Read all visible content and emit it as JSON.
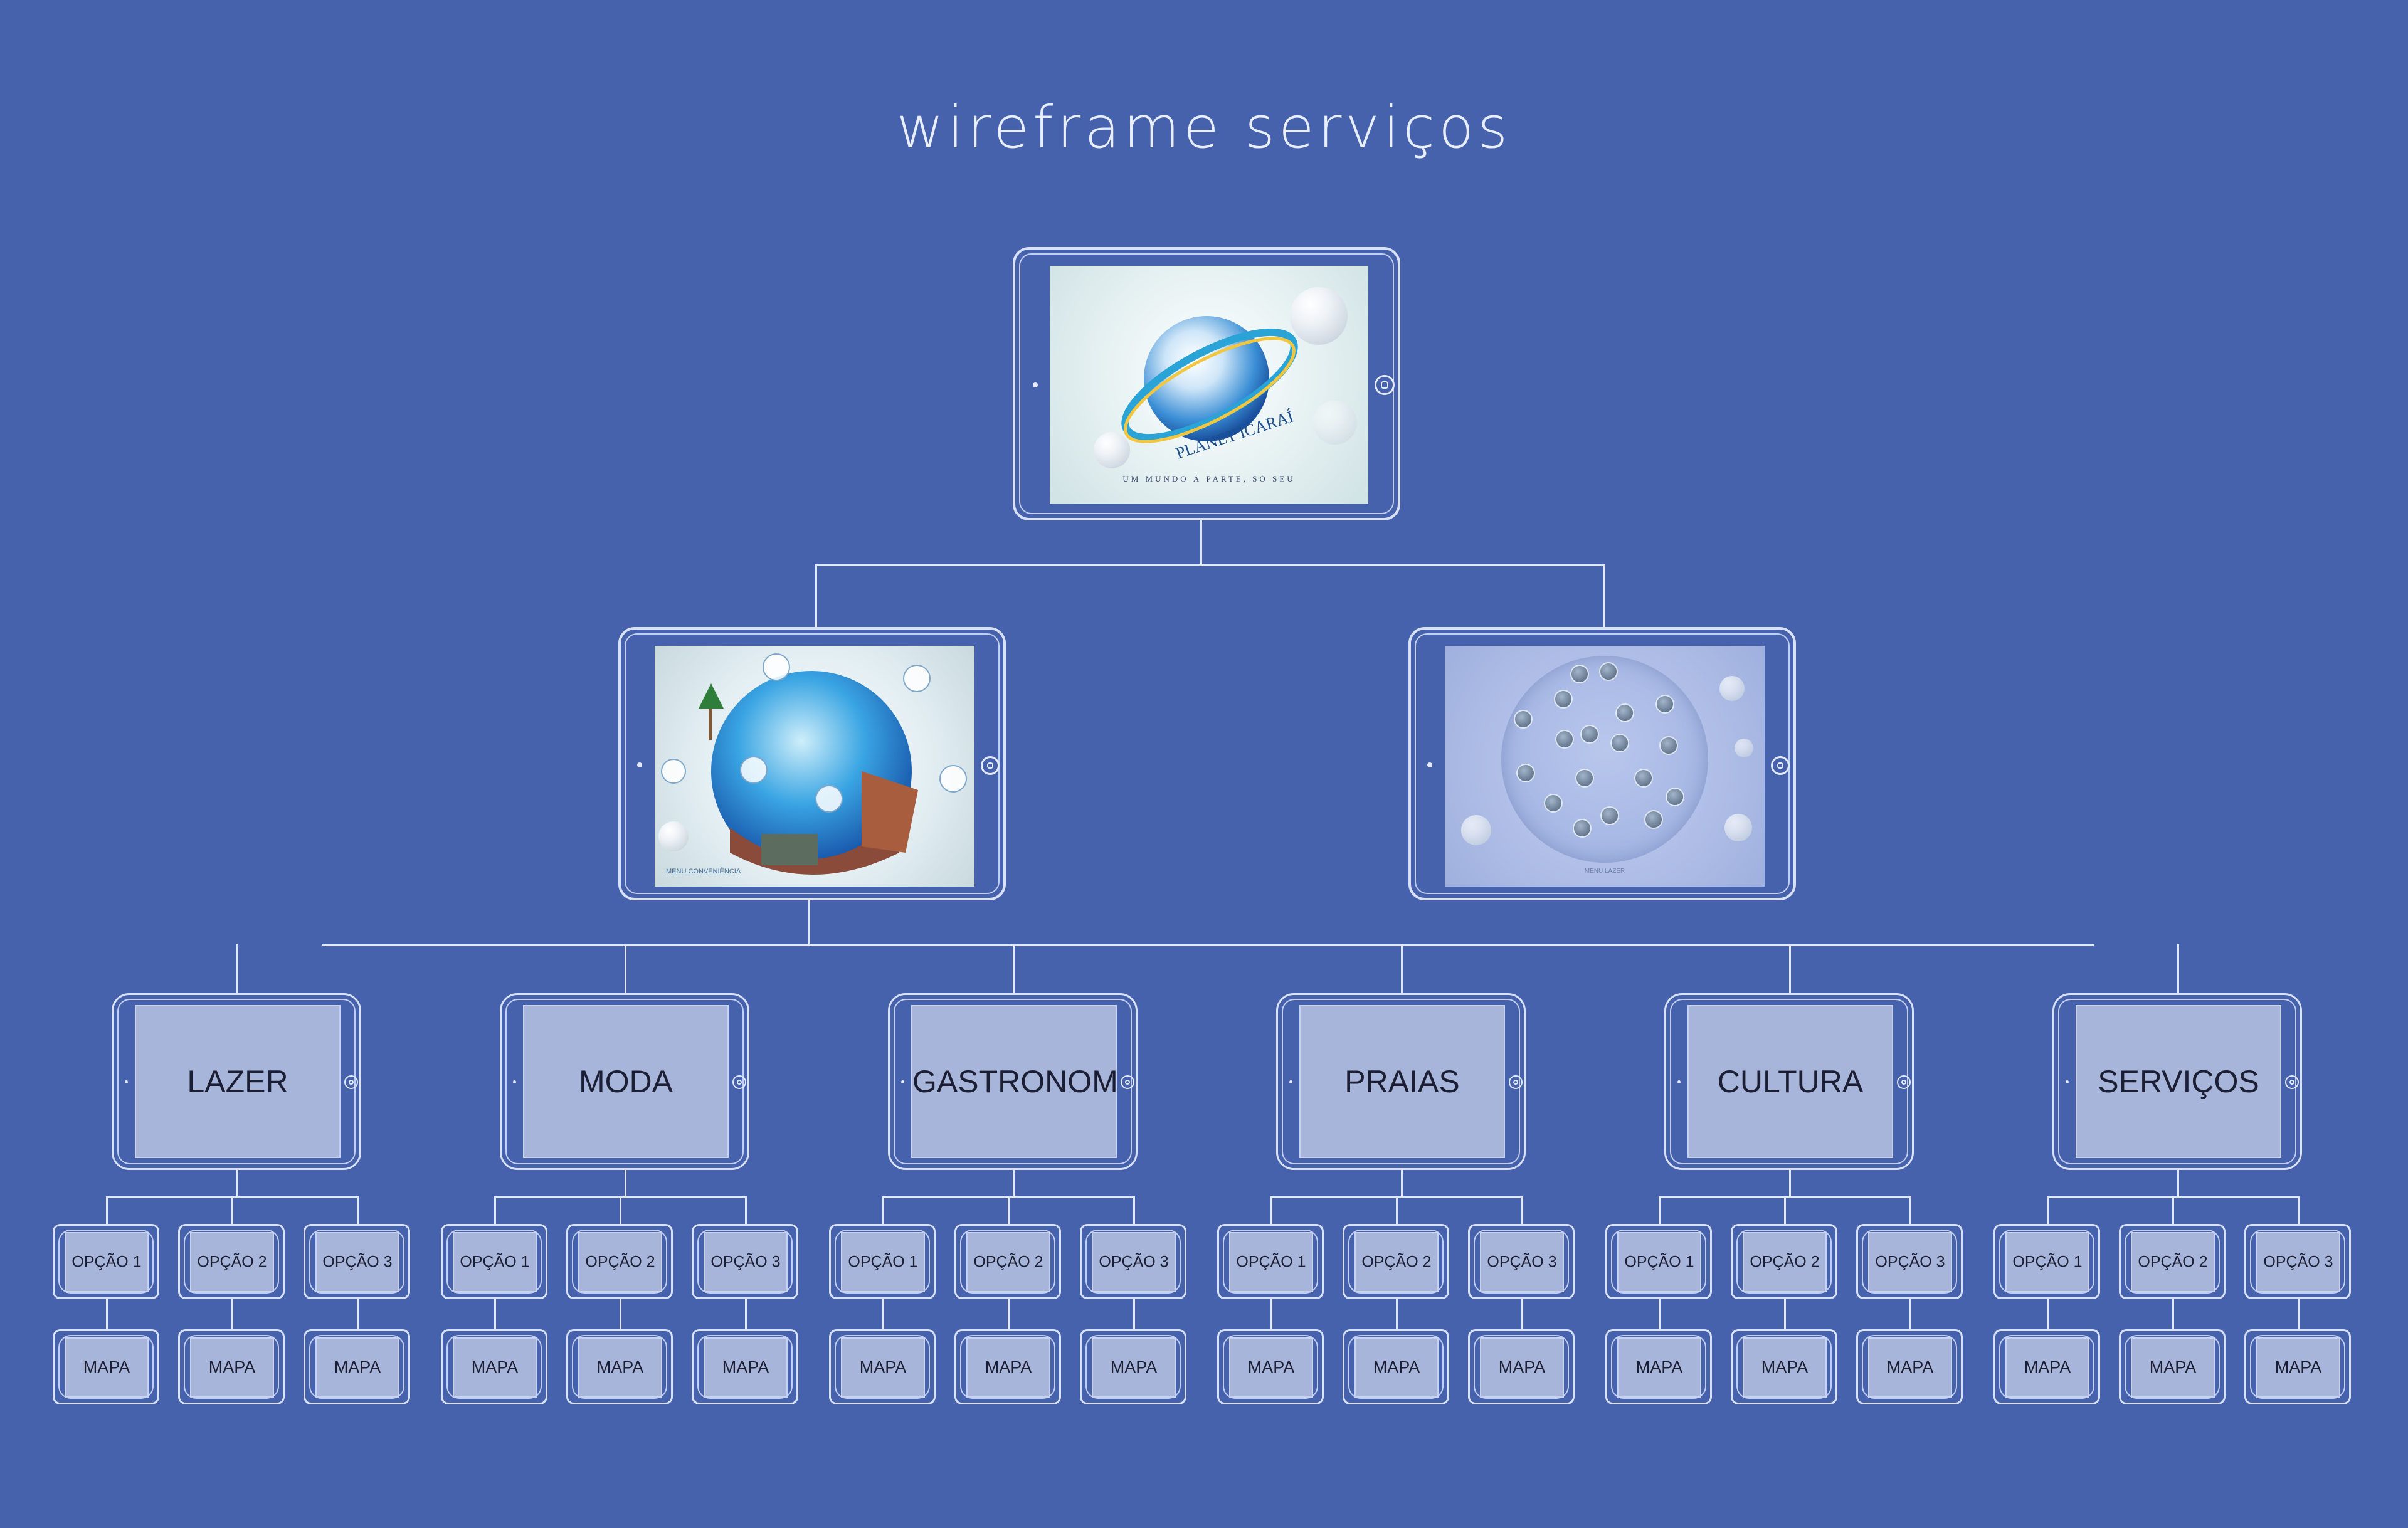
{
  "title": "wireframe serviços",
  "root": {
    "logo_text": "PLANET ICARAÍ",
    "tagline": "UM MUNDO À PARTE, SÓ SEU"
  },
  "level1": [
    {
      "name": "menu-conveniencia",
      "caption": "MENU CONVENIÊNCIA"
    },
    {
      "name": "menu-lazer",
      "caption": "MENU LAZER"
    }
  ],
  "categories": [
    {
      "label": "LAZER",
      "options": [
        "OPÇÃO 1",
        "OPÇÃO 2",
        "OPÇÃO 3"
      ],
      "maps": [
        "MAPA",
        "MAPA",
        "MAPA"
      ]
    },
    {
      "label": "MODA",
      "options": [
        "OPÇÃO 1",
        "OPÇÃO 2",
        "OPÇÃO 3"
      ],
      "maps": [
        "MAPA",
        "MAPA",
        "MAPA"
      ]
    },
    {
      "label": "GASTRONOMIA",
      "options": [
        "OPÇÃO 1",
        "OPÇÃO 2",
        "OPÇÃO 3"
      ],
      "maps": [
        "MAPA",
        "MAPA",
        "MAPA"
      ]
    },
    {
      "label": "PRAIAS",
      "options": [
        "OPÇÃO 1",
        "OPÇÃO 2",
        "OPÇÃO 3"
      ],
      "maps": [
        "MAPA",
        "MAPA",
        "MAPA"
      ]
    },
    {
      "label": "CULTURA",
      "options": [
        "OPÇÃO 1",
        "OPÇÃO 2",
        "OPÇÃO 3"
      ],
      "maps": [
        "MAPA",
        "MAPA",
        "MAPA"
      ]
    },
    {
      "label": "SERVIÇOS",
      "options": [
        "OPÇÃO 1",
        "OPÇÃO 2",
        "OPÇÃO 3"
      ],
      "maps": [
        "MAPA",
        "MAPA",
        "MAPA"
      ]
    }
  ],
  "colors": {
    "background": "#4762ad",
    "lines": "#e3e8f8",
    "screen_fill": "#a7b5da",
    "label_text": "#1c1f33"
  }
}
